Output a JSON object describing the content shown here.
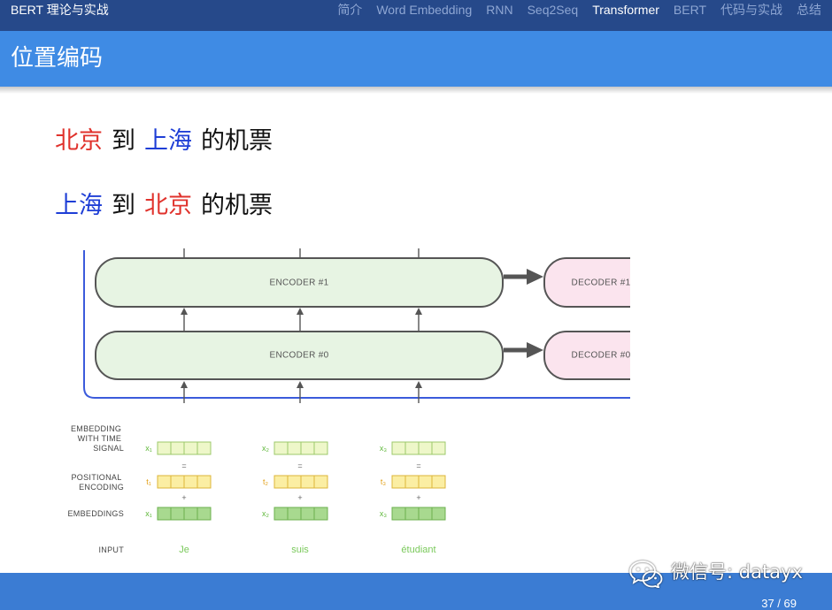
{
  "nav": {
    "title": "BERT 理论与实战",
    "items": [
      {
        "label": "简介",
        "active": false
      },
      {
        "label": "Word Embedding",
        "active": false
      },
      {
        "label": "RNN",
        "active": false
      },
      {
        "label": "Seq2Seq",
        "active": false
      },
      {
        "label": "Transformer",
        "active": true
      },
      {
        "label": "BERT",
        "active": false
      },
      {
        "label": "代码与实战",
        "active": false
      },
      {
        "label": "总结",
        "active": false
      }
    ]
  },
  "slide": {
    "title": "位置编码",
    "lines": [
      {
        "segments": [
          {
            "text": "北京",
            "color": "#e0322c"
          },
          {
            "text": "到",
            "color": "#111111"
          },
          {
            "text": "上海",
            "color": "#1e3ed6"
          },
          {
            "text": "的机票",
            "color": "#111111"
          }
        ]
      },
      {
        "segments": [
          {
            "text": "上海",
            "color": "#1e3ed6"
          },
          {
            "text": "到",
            "color": "#111111"
          },
          {
            "text": "北京",
            "color": "#e0322c"
          },
          {
            "text": "的机票",
            "color": "#111111"
          }
        ]
      }
    ]
  },
  "diagram": {
    "encoders": [
      "ENCODER #1",
      "ENCODER #0"
    ],
    "decoders": [
      "DECODER #1",
      "DECODER #0"
    ],
    "row_labels": {
      "time_signal": [
        "EMBEDDING",
        "WITH TIME",
        "SIGNAL"
      ],
      "positional_encoding": [
        "POSITIONAL",
        "ENCODING"
      ],
      "embeddings": [
        "EMBEDDINGS"
      ],
      "input": [
        "INPUT"
      ]
    },
    "operators": {
      "equals": "=",
      "plus": "+"
    },
    "tokens": [
      {
        "word": "Je",
        "time_signal_label": "x₁",
        "positional_label": "t₁",
        "embedding_label": "x₁"
      },
      {
        "word": "suis",
        "time_signal_label": "x₂",
        "positional_label": "t₂",
        "embedding_label": "x₂"
      },
      {
        "word": "étudiant",
        "time_signal_label": "x₃",
        "positional_label": "t₃",
        "embedding_label": "x₃"
      }
    ],
    "colors": {
      "encoder_fill": "#e7f4e3",
      "decoder_fill": "#fbe4ee",
      "box_stroke": "#555555",
      "connection_line": "#3b5bdb",
      "time_signal_cell": "#eef7c9",
      "time_signal_stroke": "#9cc96b",
      "positional_cell": "#fbeea3",
      "positional_stroke": "#dcb53a",
      "embedding_cell": "#a8d98f",
      "embedding_stroke": "#6bb04d",
      "vector_label_green": "#5fb83a",
      "positional_label_gold": "#e3a11a",
      "input_word": "#7ac95b"
    }
  },
  "footer": {
    "page": "37 / 69"
  },
  "watermark": {
    "text": "微信号: datayx",
    "icon": "wechat-icon"
  },
  "theme": {
    "nav_background": "#26498a",
    "nav_active_text": "#ffffff",
    "nav_inactive_text": "#8ea6d3",
    "title_bar": "#3f8be4",
    "footer_bar": "#3b7cd3"
  }
}
